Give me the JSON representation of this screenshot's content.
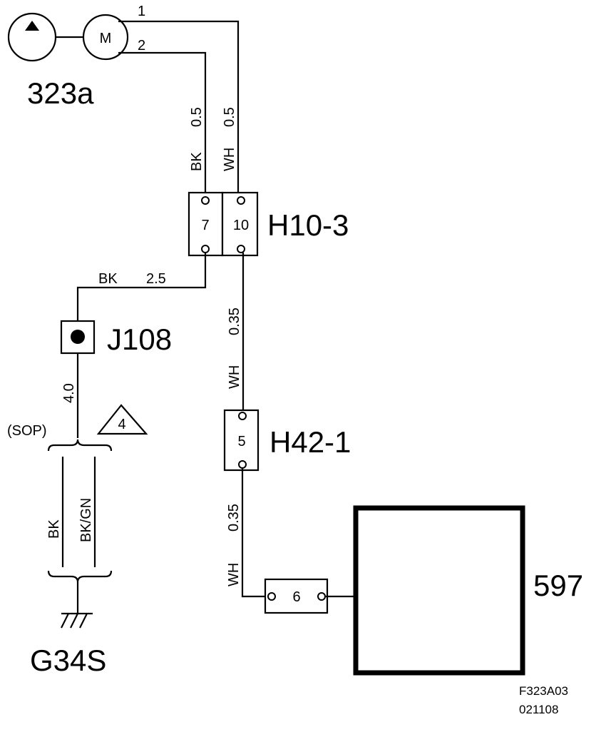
{
  "components": {
    "motor_label": "M",
    "motor_ref": "323a",
    "connector_h10": "H10-3",
    "connector_h42": "H42-1",
    "splice": "J108",
    "ground": "G34S",
    "module": "597",
    "note_number": "4",
    "sop_note": "(SOP)"
  },
  "pins": {
    "motor_pin1": "1",
    "motor_pin2": "2",
    "h10_pin7": "7",
    "h10_pin10": "10",
    "h42_pin5": "5",
    "module_pin6": "6"
  },
  "wires": {
    "bk_color": "BK",
    "bk_gauge_top": "0.5",
    "wh_color": "WH",
    "wh_gauge_top": "0.5",
    "bk_color_mid": "BK",
    "bk_gauge_mid": "2.5",
    "wh_color_mid": "WH",
    "wh_gauge_mid": "0.35",
    "wh_color_low": "WH",
    "wh_gauge_low": "0.35",
    "gauge_ground": "4.0",
    "ground_bk": "BK",
    "ground_bkgn": "BK/GN"
  },
  "footer": {
    "figure_code": "F323A03",
    "date_code": "021108"
  }
}
